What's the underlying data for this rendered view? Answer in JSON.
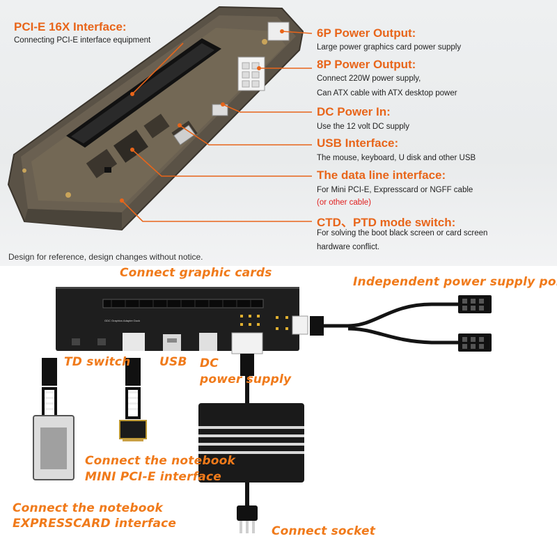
{
  "colors": {
    "accent": "#e8651a",
    "label_orange": "#f07a1a",
    "red_note": "#e01e1e",
    "device_body": "#2b2b2b"
  },
  "top_panel": {
    "callouts": [
      {
        "title": "PCI-E 16X  Interface:",
        "lines": [
          "Connecting PCI-E interface equipment"
        ]
      },
      {
        "title": "6P Power Output:",
        "lines": [
          "Large power graphics card power supply"
        ]
      },
      {
        "title": "8P Power Output:",
        "lines": [
          "Connect 220W power supply,",
          "Can ATX cable with ATX desktop power"
        ]
      },
      {
        "title": "DC Power In:",
        "lines": [
          "Use the 12 volt DC supply"
        ]
      },
      {
        "title": "USB Interface:",
        "lines": [
          "The mouse, keyboard, U disk and other USB"
        ]
      },
      {
        "title": "The data line interface:",
        "lines": [
          "For Mini PCI-E, Expresscard or NGFF cable"
        ],
        "red_line": "(or other cable)"
      },
      {
        "title": "CTD、PTD mode switch:",
        "lines": [
          "For solving the boot black screen or card screen",
          "hardware conflict."
        ]
      }
    ],
    "disclaimer": "Design for reference, design changes without notice."
  },
  "bottom_panel": {
    "labels": {
      "graphic_cards": "Connect graphic cards",
      "power_port": "Independent power supply port",
      "td_switch": "TD switch",
      "usb": "USB",
      "dc_line1": "DC",
      "dc_line2": "power supply",
      "minipcie_line1": "Connect the notebook",
      "minipcie_line2": "MINI PCI-E interface",
      "expresscard_line1": "Connect the notebook",
      "expresscard_line2": "EXPRESSCARD interface",
      "socket": "Connect socket"
    },
    "board_silkscreen": "GDC Graphics Adapter Dock"
  }
}
